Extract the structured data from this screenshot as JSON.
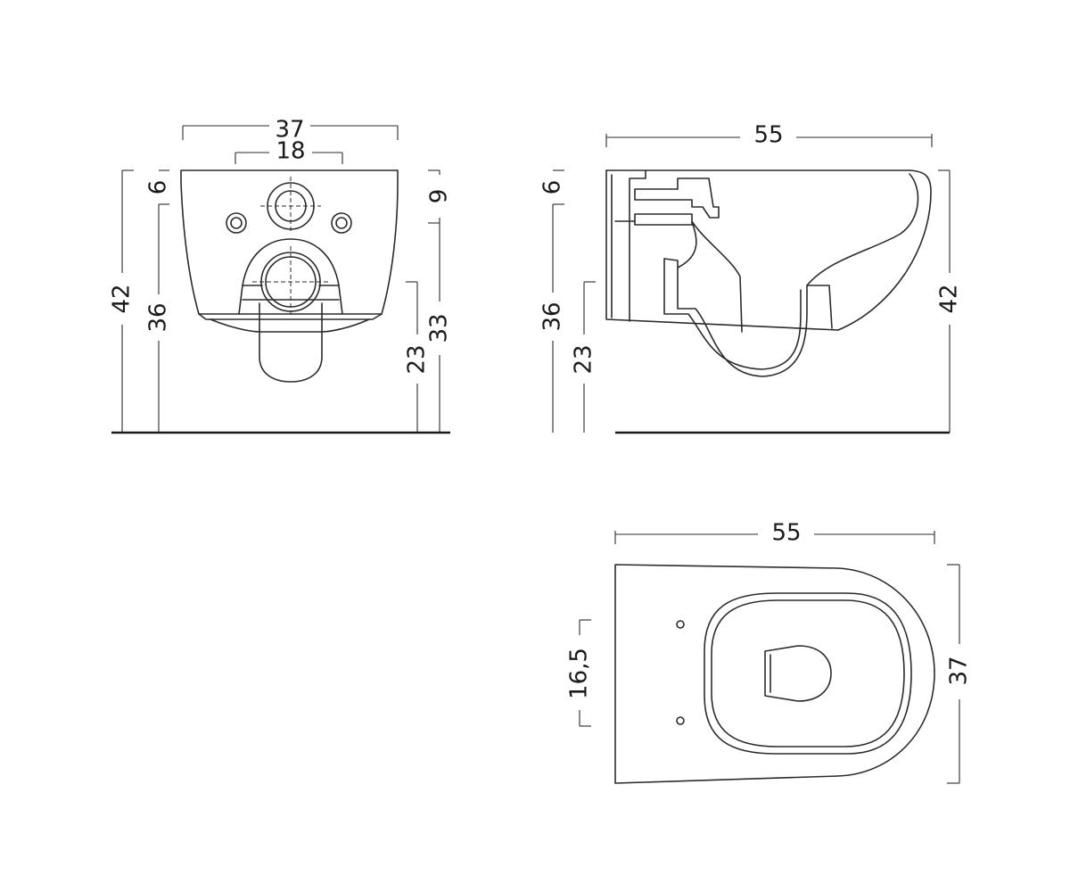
{
  "front_view": {
    "width_overall": "37",
    "width_inlets": "18",
    "top_to_outlet_left": "6",
    "top_to_outlet_right": "9",
    "height_overall": "42",
    "height_top": "36",
    "height_outlet_center": "33",
    "height_drain": "23"
  },
  "side_view": {
    "depth_overall": "55",
    "top_offset": "6",
    "height_top": "36",
    "height_drain": "23",
    "height_overall": "42"
  },
  "top_view": {
    "depth_overall": "55",
    "bolt_spacing": "16,5",
    "width_overall": "37"
  }
}
